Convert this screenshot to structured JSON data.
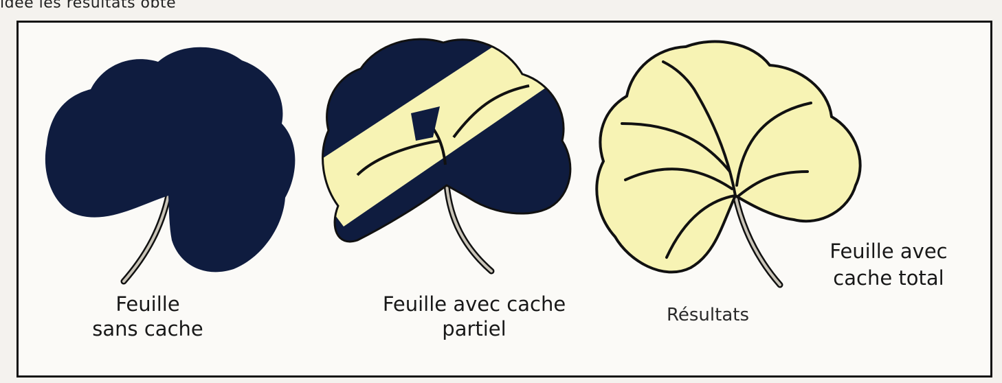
{
  "header_fragment": "ldée les résultats obte",
  "captions": {
    "no_mask": [
      "Feuille",
      "sans cache"
    ],
    "partial_mask": [
      "Feuille avec cache",
      "partiel"
    ],
    "results": "Résultats",
    "total_mask": [
      "Feuille avec",
      "cache total"
    ]
  },
  "colors": {
    "starch_stained": "#0f1c3f",
    "unstained": "#f7f3b4",
    "outline": "#111111",
    "petiole": "#c9c4b8"
  }
}
